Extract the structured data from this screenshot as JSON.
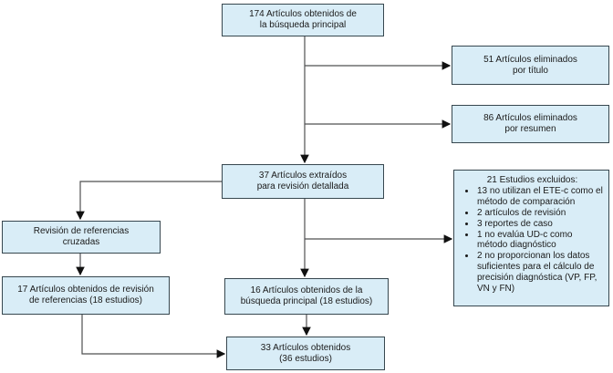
{
  "style": {
    "box_fill": "#d9edf7",
    "box_border": "#37474f",
    "line_color": "#4f5052",
    "arrow_color": "#111111",
    "text_color": "#1a1a1a",
    "background": "#ffffff"
  },
  "boxes": {
    "search_main": {
      "lines": [
        "174 Artículos obtenidos de",
        "la búsqueda principal"
      ]
    },
    "removed_title": {
      "lines": [
        "51 Artículos eliminados",
        "por título"
      ]
    },
    "removed_abstract": {
      "lines": [
        "86 Artículos eliminados",
        "por resumen"
      ]
    },
    "extracted": {
      "lines": [
        "37 Artículos extraídos",
        "para revisión detallada"
      ]
    },
    "excluded": {
      "heading": "21 Estudios excluidos:",
      "items": [
        "13 no utilizan el ETE-c como el método de comparación",
        "2 artículos de revisión",
        "3 reportes de caso",
        "1 no evalúa UD-c como método diagnóstico",
        "2 no proporcionan los datos suficientes para el cálculo de precisión diagnóstica (VP, FP, VN y FN)"
      ]
    },
    "cross_reference_review": {
      "lines": [
        "Revisión de referencias",
        "cruzadas"
      ]
    },
    "obtained_references": {
      "lines": [
        "17 Artículos obtenidos de revisión",
        "de referencias (18 estudios)"
      ]
    },
    "obtained_search": {
      "lines": [
        "16 Artículos obtenidos de la",
        "búsqueda principal (18 estudios)"
      ]
    },
    "total": {
      "lines": [
        "33 Artículos obtenidos",
        "(36 estudios)"
      ]
    }
  }
}
